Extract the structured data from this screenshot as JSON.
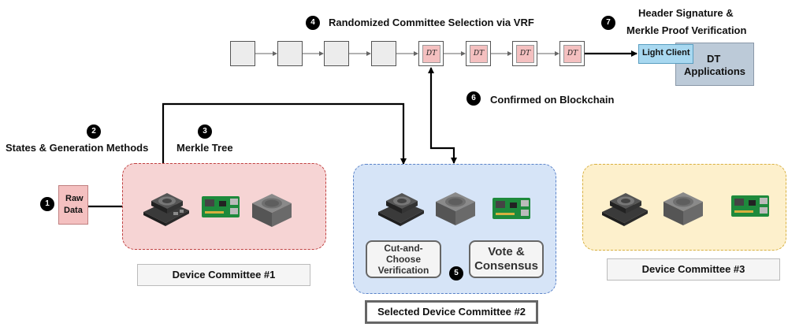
{
  "steps": {
    "s1": "1",
    "s2": "2",
    "s3": "3",
    "s4": "4",
    "s5": "5",
    "s6": "6",
    "s7": "7"
  },
  "labels": {
    "vrf": "Randomized Committee Selection via VRF",
    "header_sig_line1": "Header Signature &",
    "header_sig_line2": "Merkle Proof Verification",
    "confirmed": "Confirmed on Blockchain",
    "states_methods": "States & Generation Methods",
    "merkle_tree": "Merkle Tree"
  },
  "blockchain": {
    "dt_label": "DT"
  },
  "light_client": "Light Client",
  "dt_applications_line1": "DT",
  "dt_applications_line2": "Applications",
  "raw_data_line1": "Raw",
  "raw_data_line2": "Data",
  "committees": {
    "c1": "Device Committee #1",
    "c2": "Selected Device Committee #2",
    "c3": "Device Committee #3"
  },
  "cut_choose": [
    "Cut-and-",
    "Choose",
    "Verification"
  ],
  "vote_consensus": [
    "Vote &",
    "Consensus"
  ],
  "colors": {
    "committee1_fill": "#f6d4d4",
    "committee1_border": "#c04040",
    "committee2_fill": "#d6e4f7",
    "committee2_border": "#5a82c8",
    "committee3_fill": "#fdf0cc",
    "committee3_border": "#d8b040",
    "light_client": "#a8d8f0",
    "dt_apps": "#bccad8",
    "raw_data": "#f4c0c0",
    "dt_block": "#f4c0c0"
  },
  "devices": {
    "committee1": [
      "jetson-board",
      "raspberry-pi",
      "jetson-case"
    ],
    "committee2": [
      "jetson-board",
      "jetson-case",
      "raspberry-pi"
    ],
    "committee3": [
      "jetson-board",
      "jetson-case",
      "raspberry-pi"
    ]
  }
}
